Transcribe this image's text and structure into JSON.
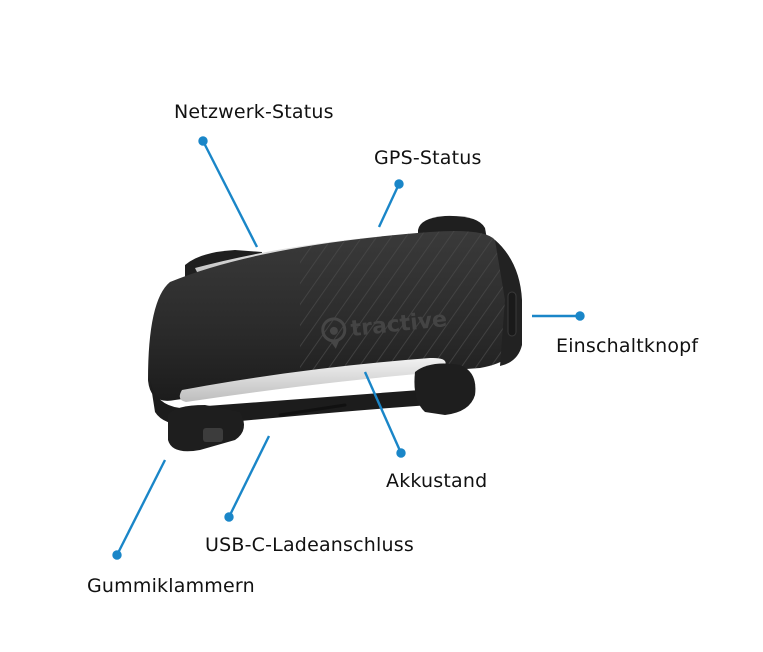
{
  "brand": {
    "logo_text": "tractive"
  },
  "labels": {
    "network_status": "Netzwerk-Status",
    "gps_status": "GPS-Status",
    "power_button": "Einschaltknopf",
    "battery_level": "Akkustand",
    "usb_c_port": "USB-C-Ladeanschluss",
    "rubber_clips": "Gummiklammern"
  },
  "colors": {
    "accent_line": "#1a86c8",
    "device_body": "#2b2b2b",
    "device_light_strip": "#d9d9d9",
    "text": "#111111"
  }
}
